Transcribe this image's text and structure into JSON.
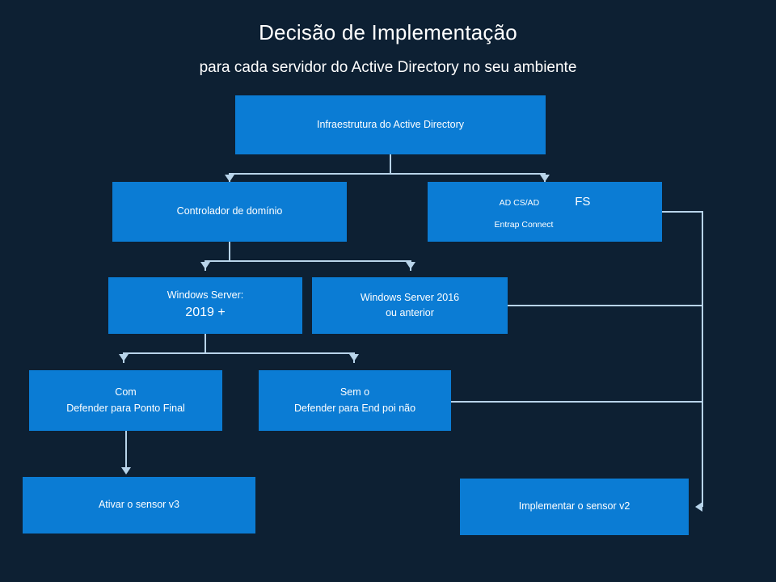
{
  "diagram": {
    "title": "Decisão de Implementação",
    "subtitle": "para cada servidor do Active Directory no seu ambiente",
    "background_color": "#0d2033",
    "node_color": "#0b7cd4",
    "connector_color": "#b8d4ea",
    "text_color": "#ffffff"
  },
  "nodes": {
    "ad_infra": {
      "label": "Infraestrutura do Active Directory"
    },
    "domain_controller": {
      "label": "Controlador de domínio"
    },
    "adcs_adfs": {
      "left": "AD CS/AD",
      "right": "FS",
      "bottom": "Entrap Connect"
    },
    "ws_2019": {
      "line1": "Windows Server:",
      "line2": "2019 +"
    },
    "ws_2016": {
      "line1": "Windows Server 2016",
      "line2": "ou anterior"
    },
    "com_defender": {
      "line1": "Com",
      "line2": "Defender para Ponto Final"
    },
    "sem_defender": {
      "line1": "Sem o",
      "line2": "Defender para End poi não"
    },
    "sensor_v3": {
      "label": "Ativar o sensor v3"
    },
    "sensor_v2": {
      "label": "Implementar o sensor v2"
    }
  },
  "edges": [
    {
      "from": "ad_infra",
      "to": "domain_controller",
      "type": "split-arrow"
    },
    {
      "from": "ad_infra",
      "to": "adcs_adfs",
      "type": "split-arrow"
    },
    {
      "from": "domain_controller",
      "to": "ws_2019",
      "type": "split-arrow"
    },
    {
      "from": "domain_controller",
      "to": "ws_2016",
      "type": "split-arrow"
    },
    {
      "from": "ws_2019",
      "to": "com_defender",
      "type": "split-arrow"
    },
    {
      "from": "ws_2019",
      "to": "sem_defender",
      "type": "split-arrow"
    },
    {
      "from": "com_defender",
      "to": "sensor_v3",
      "type": "straight-arrow"
    },
    {
      "from": "adcs_adfs",
      "to": "sensor_v2",
      "type": "elbow-arrow"
    },
    {
      "from": "ws_2016",
      "to": "sensor_v2",
      "type": "elbow-arrow"
    },
    {
      "from": "sem_defender",
      "to": "sensor_v2",
      "type": "elbow-arrow"
    }
  ]
}
